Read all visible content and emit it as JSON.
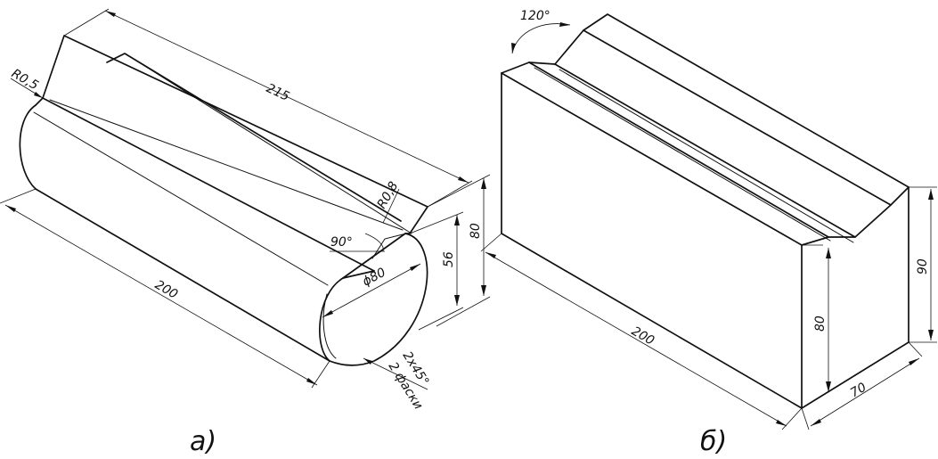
{
  "figure_a": {
    "caption": "а)",
    "dims": {
      "length_top": "215",
      "length_bottom": "200",
      "radius_top": "R0,5",
      "radius_groove": "R0,8",
      "angle": "90°",
      "diameter": "ϕ80",
      "height_total": "80",
      "height_cut": "56",
      "chamfer": "2x45°",
      "chamfer_note": "2 фаски"
    }
  },
  "figure_b": {
    "caption": "б)",
    "dims": {
      "angle": "120°",
      "length": "200",
      "height_total": "90",
      "height_shoulder": "80",
      "width": "70"
    }
  }
}
